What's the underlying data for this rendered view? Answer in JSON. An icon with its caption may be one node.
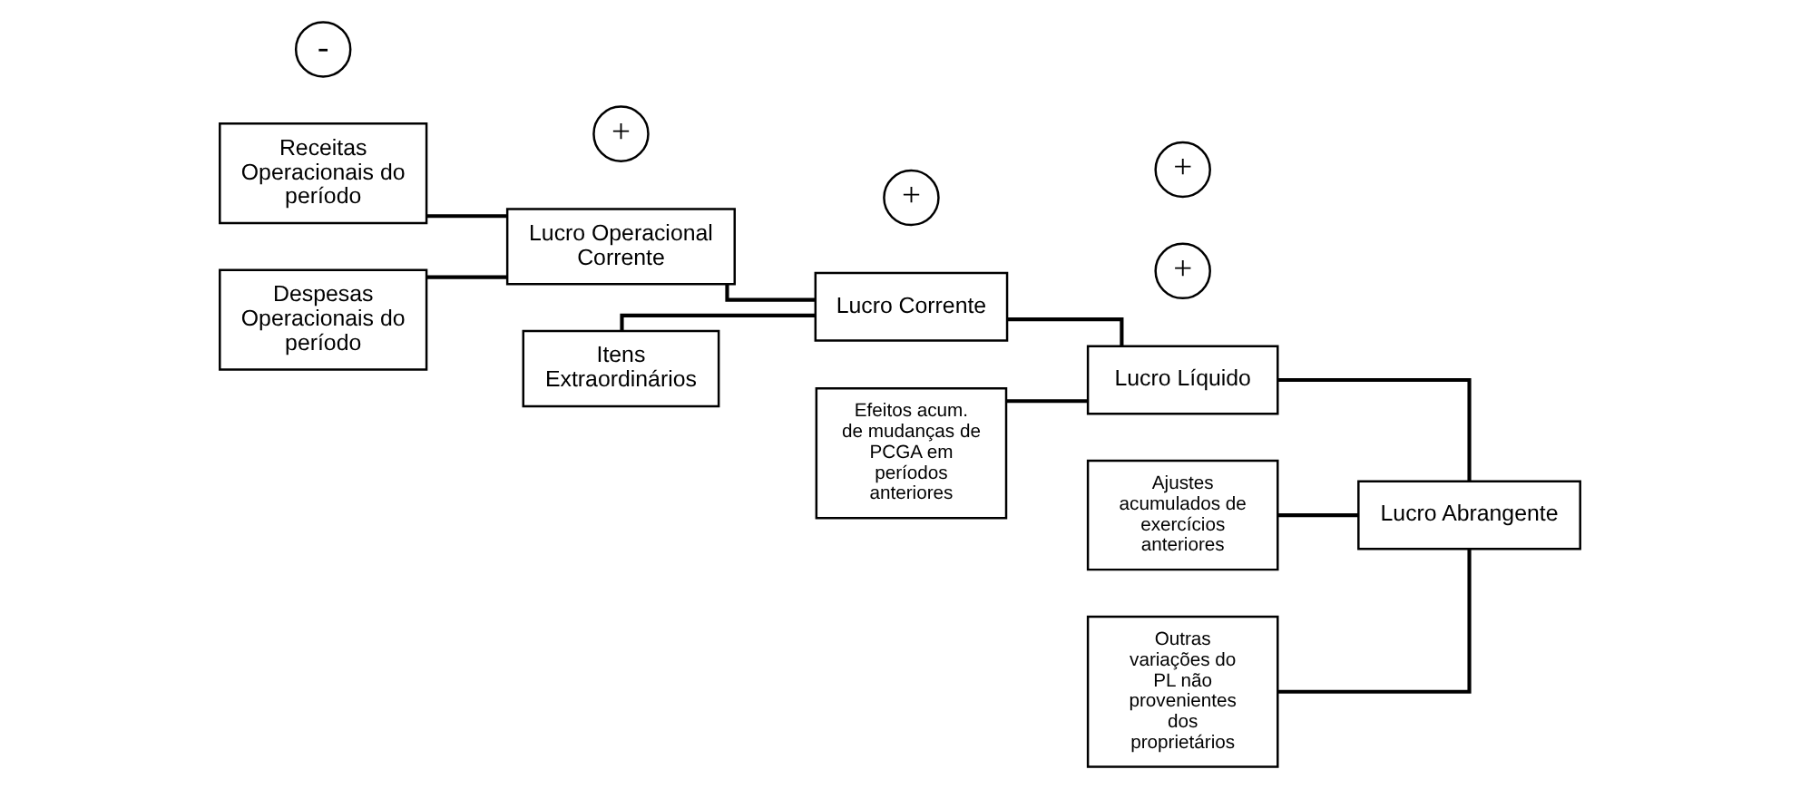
{
  "diagram": {
    "nodes": [
      {
        "text": [
          "Receitas Operacionais do período"
        ]
      },
      {
        "text": [
          "Despesas Operacionais do período"
        ]
      },
      {
        "text": [
          "-"
        ]
      },
      {
        "text": [
          "Lucro Operacional Corrente"
        ]
      },
      {
        "text": [
          "Itens Extraordinários"
        ]
      },
      {
        "text": [
          "+"
        ]
      },
      {
        "text": [
          "Lucro Corrente"
        ]
      },
      {
        "text": [
          "Efeitos acum. de mudanças de PCGA em períodos anteriores"
        ]
      },
      {
        "text": [
          "+"
        ]
      },
      {
        "text": [
          "Lucro Líquido"
        ]
      },
      {
        "text": [
          "Ajustes acumulados de exercícios anteriores"
        ]
      },
      {
        "text": [
          "+"
        ]
      },
      {
        "text": [
          "+"
        ]
      },
      {
        "text": [
          "Outras variações do PL não provenientes dos proprietários"
        ]
      },
      {
        "text": [
          "Lucro Abrangente"
        ]
      }
    ],
    "edges": [
      {
        "from": 0,
        "to": 3,
        "arrow": "none"
      },
      {
        "from": 1,
        "to": 3,
        "arrow": "none"
      },
      {
        "from": 3,
        "to": 6,
        "arrow": "none"
      },
      {
        "from": 4,
        "to": 6,
        "arrow": "none"
      },
      {
        "from": 7,
        "to": 9,
        "arrow": "none"
      },
      {
        "from": 6,
        "to": 9,
        "arrow": "none"
      },
      {
        "from": 10,
        "to": 14,
        "arrow": "none"
      },
      {
        "from": 9,
        "to": 14,
        "arrow": "none"
      },
      {
        "from": 13,
        "to": 14,
        "arrow": "none"
      }
    ]
  }
}
